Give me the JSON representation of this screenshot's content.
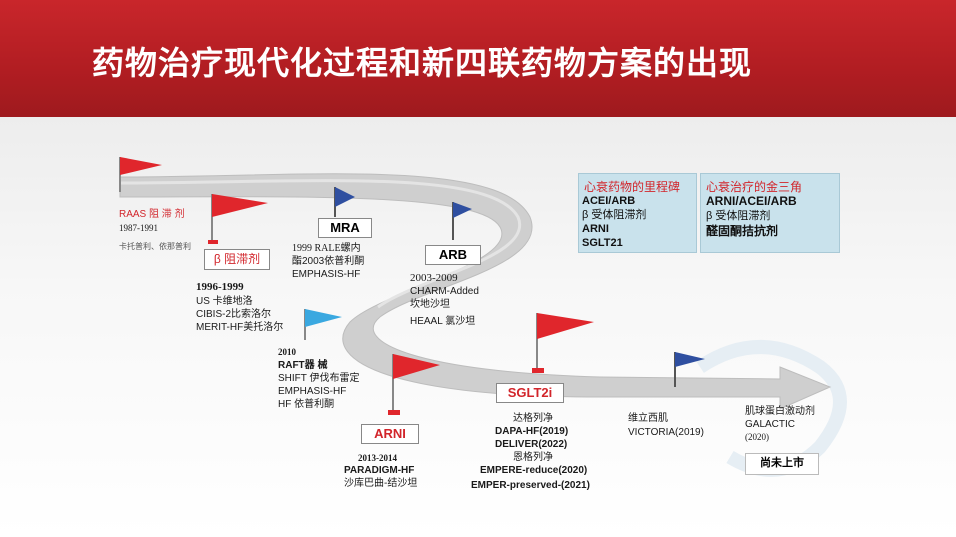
{
  "header": {
    "title": "药物治疗现代化过程和新四联药物方案的出现"
  },
  "raas": {
    "label": "RAAS 阻 滞 剂",
    "year": "1987-1991",
    "drugs": "卡托普利、依那普利"
  },
  "beta": {
    "label": "β 阻滞剂",
    "year": "1996-1999",
    "t1": "US 卡维地洛",
    "t2": "CIBIS-2比索洛尔",
    "t3": "MERIT-HF美托洛尔"
  },
  "mra": {
    "label": "MRA",
    "t1": "1999  RALE螺内",
    "t2": "酯2003依普利酮",
    "t3": "EMPHASIS-HF"
  },
  "arb": {
    "label": "ARB",
    "t1": "2003-2009",
    "t2": "CHARM-Added",
    "t3": "坎地沙坦",
    "t4": "HEAAL  氯沙坦"
  },
  "device": {
    "t1": "2010",
    "t2": "RAFT器 械",
    "t3": "SHIFT 伊伐布雷定",
    "t4": "EMPHASIS-HF",
    "t5": "HF 依普利酮"
  },
  "arni": {
    "label": "ARNI",
    "t1": "2013-2014",
    "t2": "PARADIGM-HF",
    "t3": "沙库巴曲-结沙坦"
  },
  "sglt2i": {
    "label": "SGLT2i",
    "t1": "达格列净",
    "t2": "DAPA-HF(2019)",
    "t3": "DELIVER(2022)",
    "t4": "恩格列净",
    "t5": "EMPERE-reduce(2020)",
    "t6": "EMPER-preserved-(2021)"
  },
  "vericiguat": {
    "t1": "维立西肌",
    "t2": "VICTORIA(2019)"
  },
  "omecamtiv": {
    "t1": "肌球蛋白激动剂",
    "t2": "GALACTIC",
    "t3": "(2020)",
    "status": "尚未上市"
  },
  "panel_left": {
    "title": "心衰药物的里程碑",
    "items": [
      "ACEI/ARB",
      "β 受体阻滞剂",
      "ARNI",
      "SGLT21"
    ]
  },
  "panel_right": {
    "title": "心衰治疗的金三角",
    "items": [
      "ARNI/ACEI/ARB",
      "β 受体阻滞剂",
      "醛固酮拮抗剂"
    ]
  },
  "colors": {
    "header": "#b11d22",
    "flag_red": "#e0262c",
    "flag_blue": "#2f4fa0",
    "flag_lightblue": "#3aa8e0",
    "panel": "#c9e2ec"
  }
}
